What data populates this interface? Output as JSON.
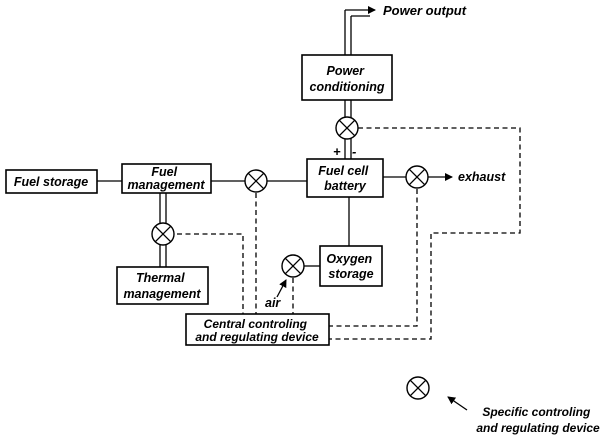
{
  "blocks": {
    "fuel_storage": [
      "Fuel storage"
    ],
    "fuel_management": [
      "Fuel",
      "management"
    ],
    "fuel_cell_battery": [
      "Fuel  cell",
      "battery"
    ],
    "power_conditioning": [
      "Power",
      "conditioning"
    ],
    "thermal_management": [
      "Thermal",
      "management"
    ],
    "oxygen_storage": [
      "Oxygen",
      "storage"
    ],
    "central_device": [
      "Central controling",
      "and regulating device"
    ]
  },
  "labels": {
    "power_output": "Power  output",
    "exhaust": "exhaust",
    "air": "air",
    "plus": "+",
    "minus": "-"
  },
  "legend": {
    "lines": [
      "Specific controling",
      "and regulating device"
    ]
  }
}
